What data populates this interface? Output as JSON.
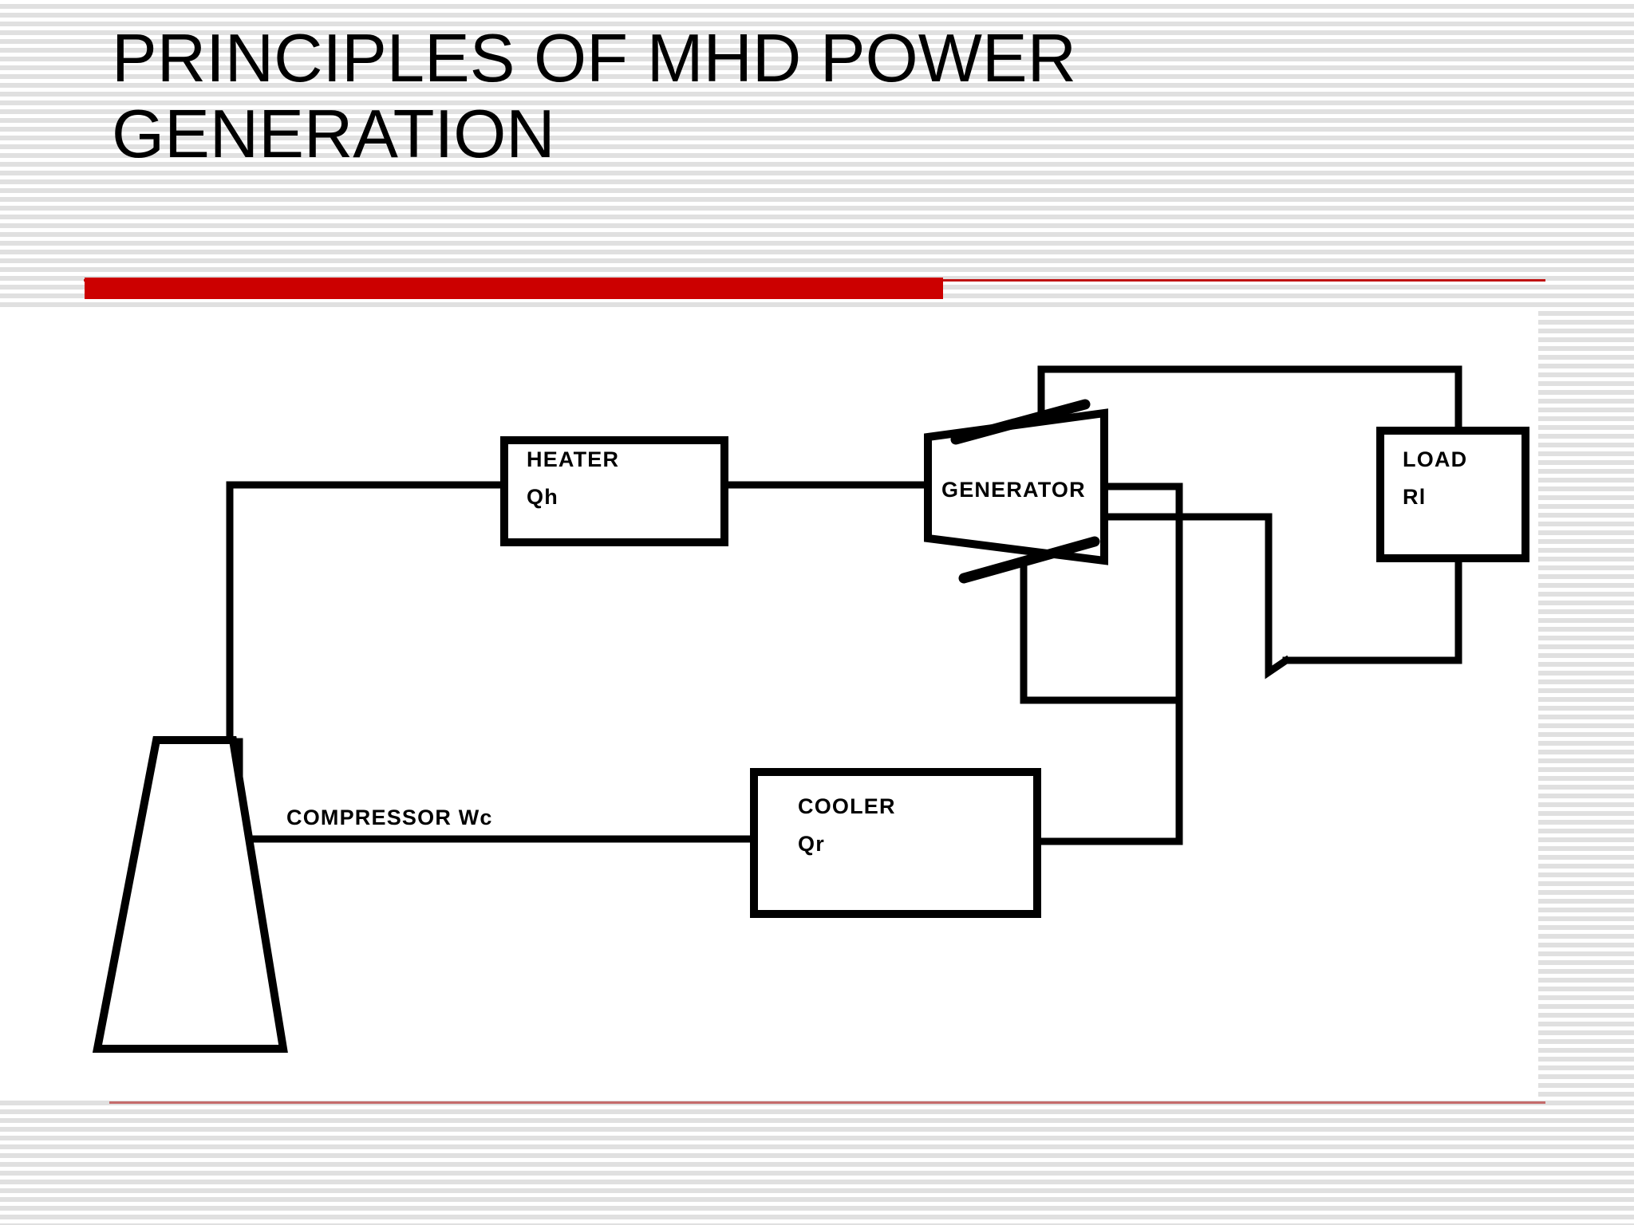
{
  "slide": {
    "title": "PRINCIPLES OF MHD POWER\nGENERATION",
    "accent_color": "#cc0000",
    "background": "striped-light-gray",
    "panel_color": "#ffffff"
  },
  "diagram": {
    "type": "block-flow-diagram",
    "name": "MHD power generation cycle",
    "line_color": "#000000",
    "nodes": [
      {
        "id": "heater",
        "shape": "rectangle",
        "label_line1": "HEATER",
        "label_line2": "Qh"
      },
      {
        "id": "generator",
        "shape": "trapezoid",
        "label_line1": "GENERATOR",
        "label_line2": ""
      },
      {
        "id": "load",
        "shape": "rectangle",
        "label_line1": "LOAD",
        "label_line2": "Rl"
      },
      {
        "id": "cooler",
        "shape": "rectangle",
        "label_line1": "COOLER",
        "label_line2": "Qr"
      },
      {
        "id": "compressor",
        "shape": "trapezoid",
        "label_line1": "COMPRESSOR Wc",
        "label_line2": ""
      }
    ],
    "flow": [
      "compressor -> heater",
      "heater -> generator",
      "generator -> cooler",
      "cooler -> compressor",
      "generator electrodes -> load"
    ]
  }
}
